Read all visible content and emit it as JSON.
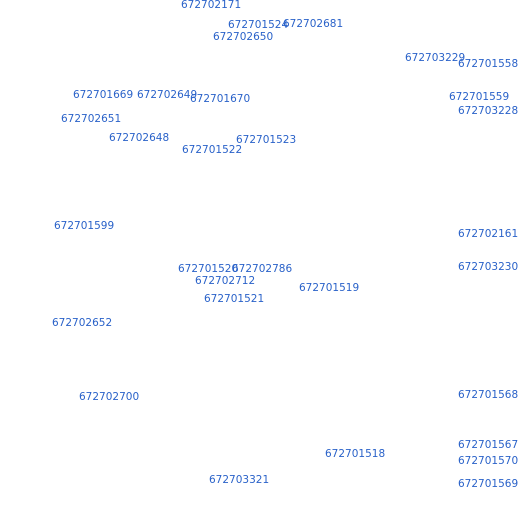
{
  "map": {
    "label_color": "#2a62c9",
    "background": "#ffffff",
    "labels": [
      "672702171",
      "672701524",
      "672702681",
      "672702650",
      "672703229",
      "672701558",
      "672701669",
      "672702649",
      "672701670",
      "672701559",
      "672703228",
      "672702651",
      "672702648",
      "672701523",
      "672701522",
      "672701599",
      "672702161",
      "672701520",
      "672702786",
      "672703230",
      "672702712",
      "672701519",
      "672701521",
      "672702652",
      "672702700",
      "672701568",
      "672701567",
      "672701518",
      "672701570",
      "672703321",
      "672701569"
    ]
  }
}
